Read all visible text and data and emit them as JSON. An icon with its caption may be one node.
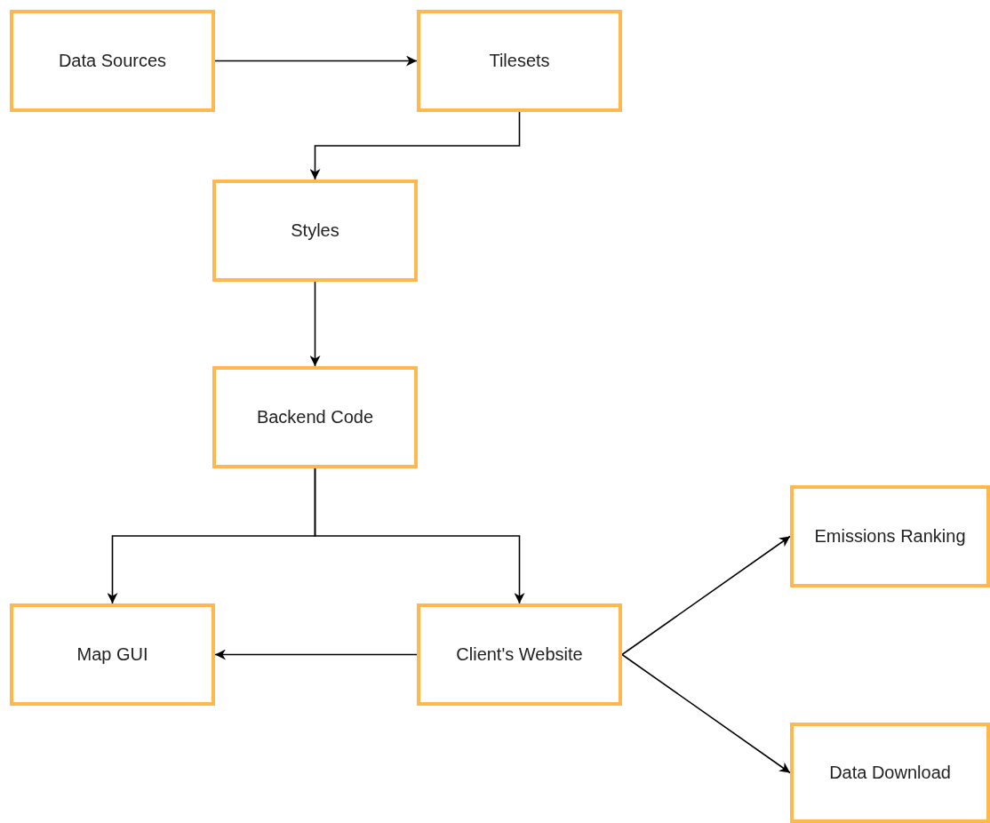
{
  "diagram": {
    "nodes": [
      {
        "text": [
          "Data Sources"
        ]
      },
      {
        "text": [
          "Tilesets"
        ]
      },
      {
        "text": [
          "Styles"
        ]
      },
      {
        "text": [
          "Backend Code"
        ]
      },
      {
        "text": [
          "Map GUI"
        ]
      },
      {
        "text": [
          "Client's Website"
        ]
      },
      {
        "text": [
          "Emissions Ranking"
        ]
      },
      {
        "text": [
          "Data Download"
        ]
      }
    ],
    "edges": [
      {
        "from": 0,
        "to": 1,
        "arrow": "to"
      },
      {
        "from": 1,
        "to": 2,
        "arrow": "to"
      },
      {
        "from": 2,
        "to": 3,
        "arrow": "to"
      },
      {
        "from": 3,
        "to": 4,
        "arrow": "to"
      },
      {
        "from": 3,
        "to": 5,
        "arrow": "to"
      },
      {
        "from": 5,
        "to": 4,
        "arrow": "to"
      },
      {
        "from": 5,
        "to": 6,
        "arrow": "to"
      },
      {
        "from": 5,
        "to": 7,
        "arrow": "to"
      }
    ]
  }
}
